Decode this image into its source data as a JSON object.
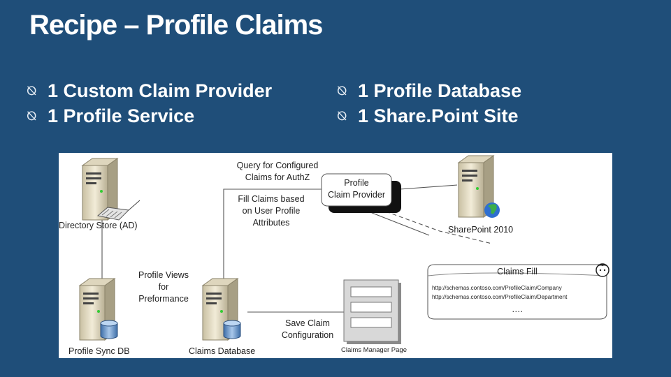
{
  "slide": {
    "title": "Recipe – Profile Claims",
    "bullet_icon": "circle-slash-icon",
    "bullets_left": [
      "1 Custom Claim Provider",
      "1 Profile Service"
    ],
    "bullets_right": [
      "1 Profile Database",
      "1 Share.Point Site"
    ]
  },
  "diagram": {
    "nodes": {
      "directory_store": "Directory Store (AD)",
      "sharepoint": "SharePoint 2010",
      "profile_sync_db": "Profile Sync DB",
      "claims_database": "Claims Database",
      "claim_provider_line1": "Profile",
      "claim_provider_line2": "Claim Provider",
      "claims_manager_page": "Claims Manager Page"
    },
    "edge_labels": {
      "query_line1": "Query for Configured",
      "query_line2": "Claims for AuthZ",
      "fill_line1": "Fill Claims based",
      "fill_line2": "on User Profile",
      "fill_line3": "Attributes",
      "views_line1": "Profile Views",
      "views_line2": "for",
      "views_line3": "Preformance",
      "save_line1": "Save Claim",
      "save_line2": "Configuration"
    },
    "claims_fill": {
      "title": "Claims Fill",
      "claims": [
        "http://schemas.contoso.com/ProfileClaim/Company",
        "http://schemas.contoso.com/ProfileClaim/Department"
      ],
      "ellipsis": "…."
    }
  }
}
